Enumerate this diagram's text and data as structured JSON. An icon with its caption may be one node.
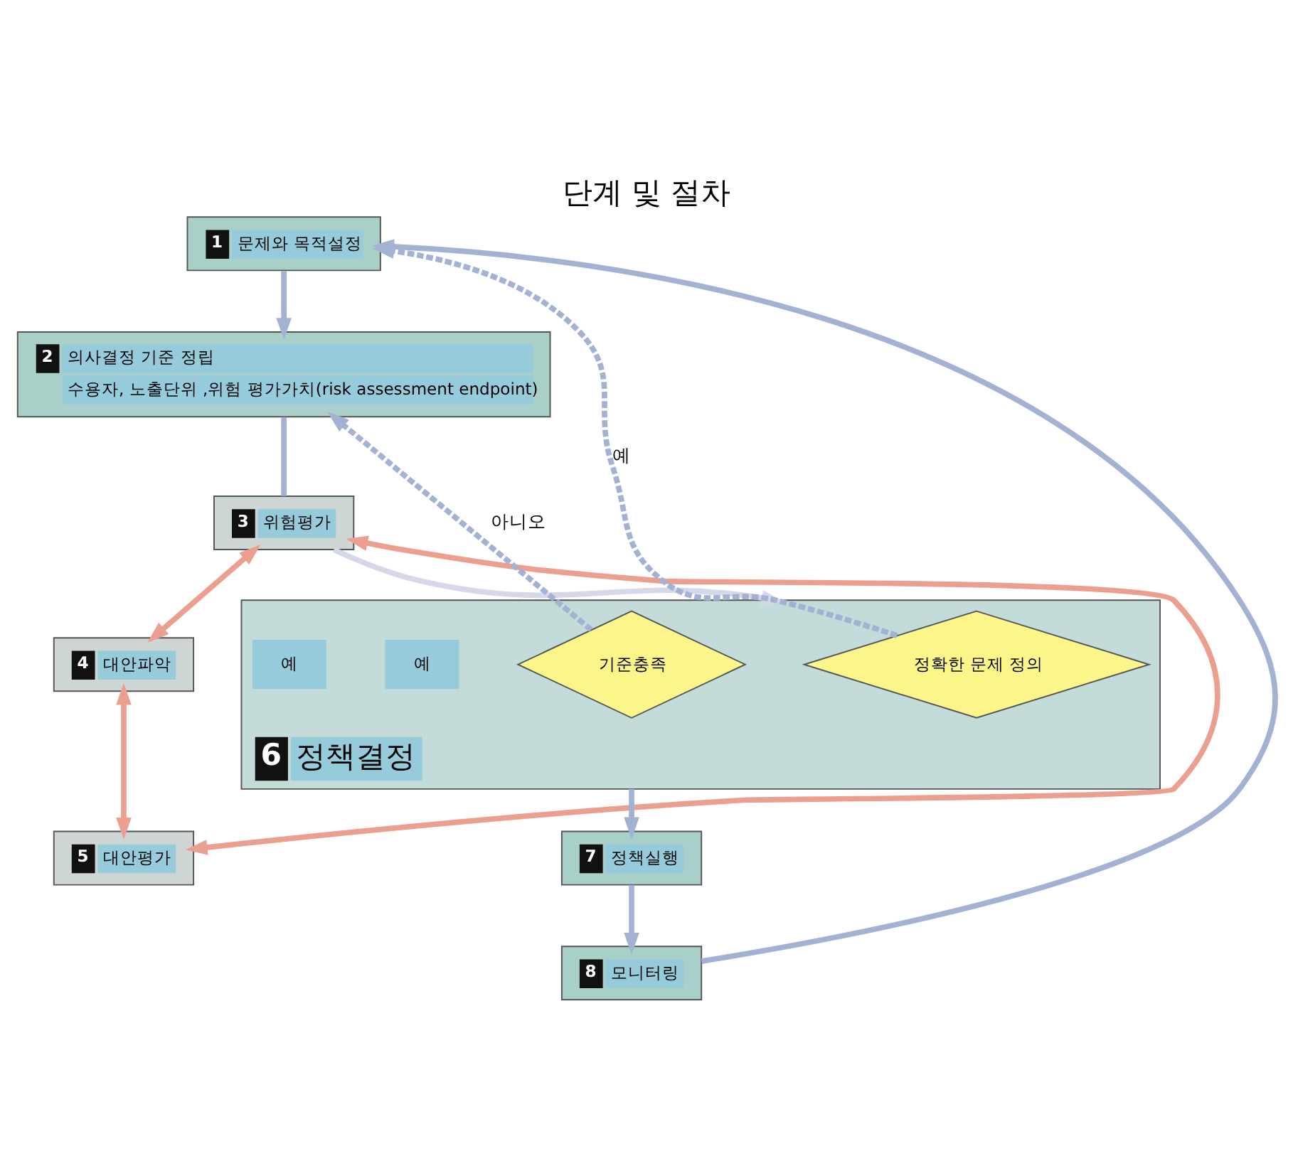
{
  "diagram": {
    "title": "단계 및 절차",
    "nodes": [
      {
        "text": [
          "1",
          "문제와 목적설정"
        ]
      },
      {
        "text": [
          "2",
          "의사결정 기준 정립",
          "수용자, 노출단위 ,위험 평가가치(risk assessment endpoint)"
        ]
      },
      {
        "text": [
          "3",
          "위험평가"
        ]
      },
      {
        "text": [
          "4",
          "대안파악"
        ]
      },
      {
        "text": [
          "5",
          "대안평가"
        ]
      },
      {
        "text": [
          "6",
          "정책결정"
        ]
      },
      {
        "text": [
          "정확한 문제 정의"
        ],
        "in": 5
      },
      {
        "text": [
          "기준충족"
        ],
        "in": 5
      },
      {
        "text": [
          "7",
          "정책실행"
        ]
      },
      {
        "text": [
          "8",
          "모니터링"
        ]
      }
    ],
    "edges": [
      {
        "from": 0,
        "to": 1,
        "arrow": "to"
      },
      {
        "from": 1,
        "to": 2,
        "arrow": "none"
      },
      {
        "from": 2,
        "to": 3,
        "arrow": "both",
        "color": "#eba08f"
      },
      {
        "from": 3,
        "to": 4,
        "arrow": "both",
        "color": "#eba08f"
      },
      {
        "from": 4,
        "to": 2,
        "arrow": "both",
        "color": "#eba08f"
      },
      {
        "from": 2,
        "to": 5,
        "arrow": "to",
        "color": "#d6d8ea"
      },
      {
        "from": 5,
        "to": 8,
        "arrow": "to"
      },
      {
        "from": 8,
        "to": 9,
        "arrow": "to"
      },
      {
        "from": 9,
        "to": 0,
        "arrow": "to"
      },
      {
        "from": 6,
        "to": 0,
        "arrow": "to",
        "style": "dashed",
        "label": "예"
      },
      {
        "from": 7,
        "to": 1,
        "arrow": "to",
        "style": "dashed",
        "label": "아니오"
      }
    ],
    "labels": [
      "예",
      "예"
    ]
  }
}
